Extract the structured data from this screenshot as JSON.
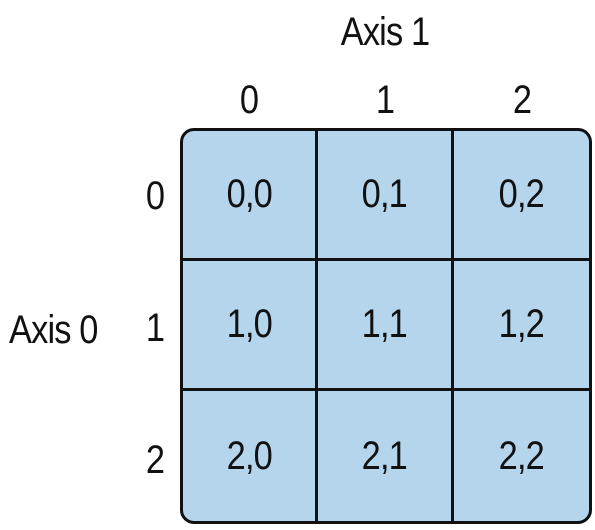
{
  "axis1_label": "Axis 1",
  "axis0_label": "Axis 0",
  "column_headers": [
    "0",
    "1",
    "2"
  ],
  "row_headers": [
    "0",
    "1",
    "2"
  ],
  "cells": [
    [
      "0,0",
      "0,1",
      "0,2"
    ],
    [
      "1,0",
      "1,1",
      "1,2"
    ],
    [
      "2,0",
      "2,1",
      "2,2"
    ]
  ],
  "colors": {
    "cell_fill": "#b4d5ec",
    "border": "#111111"
  }
}
